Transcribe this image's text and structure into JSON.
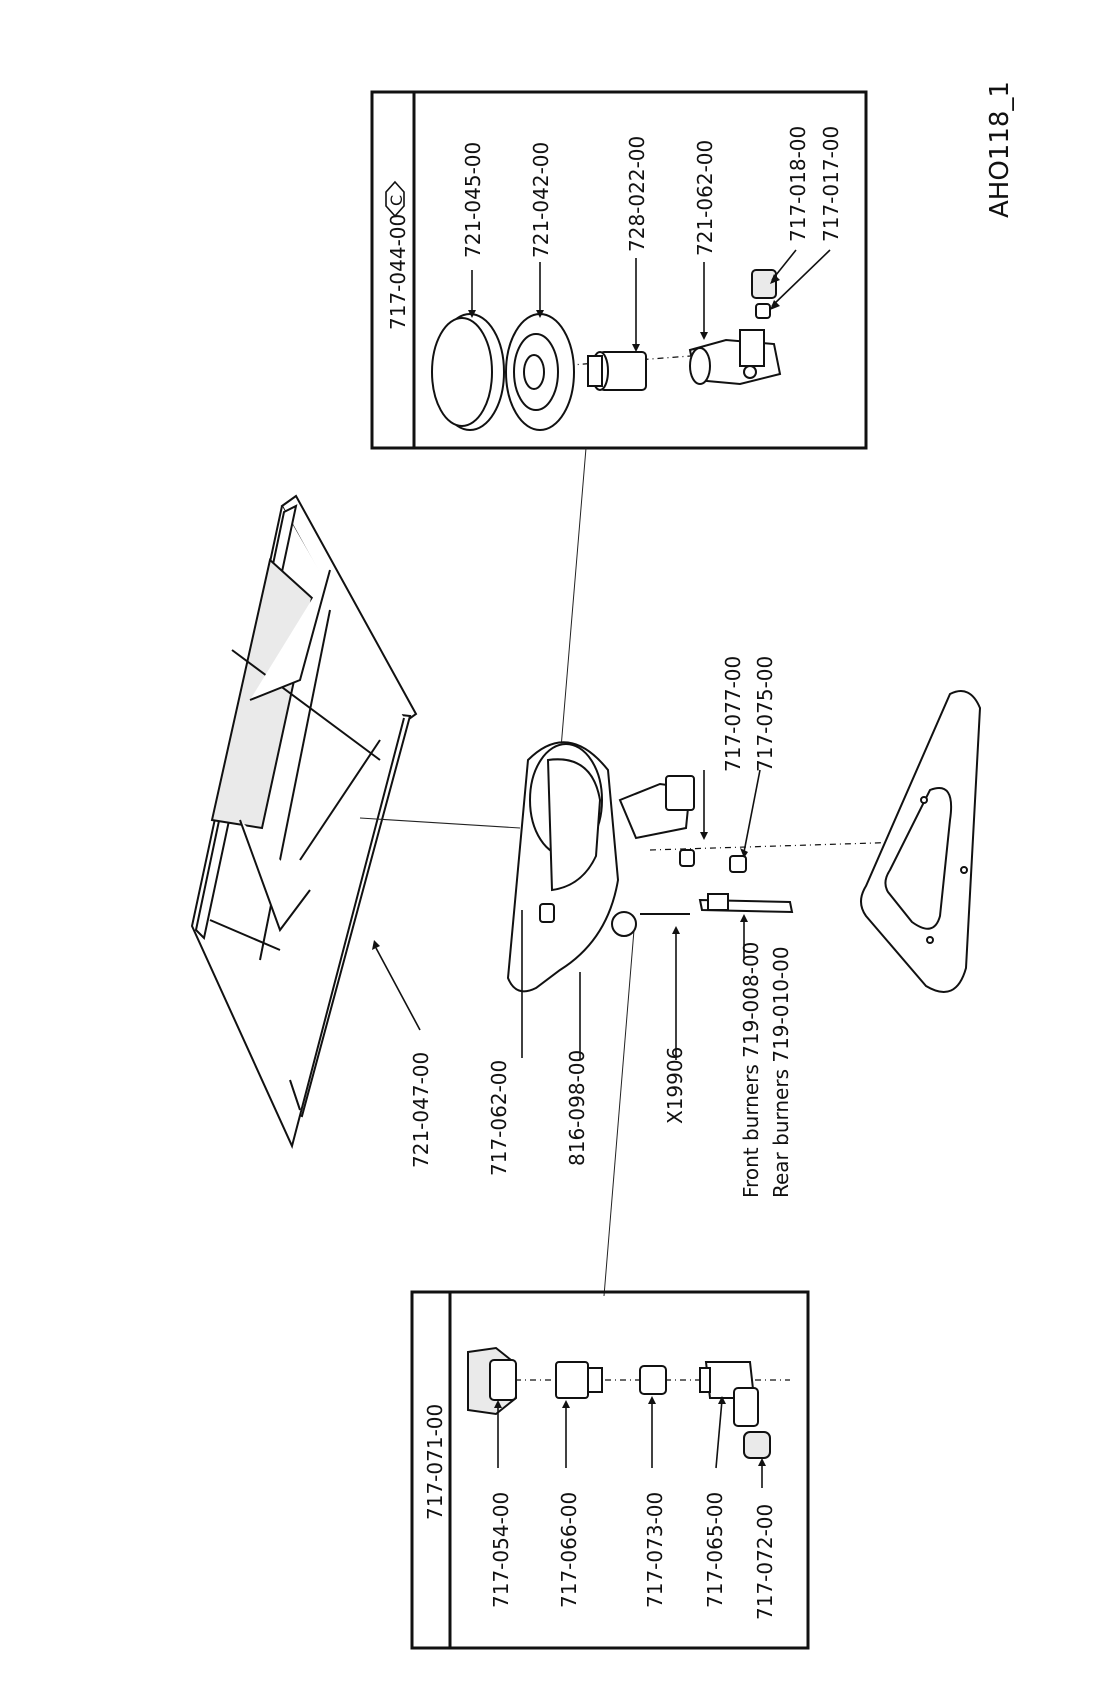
{
  "drawing_code": "AHO118_1",
  "burner_kit": {
    "title": "717-044-00",
    "badge": "C",
    "parts": [
      "721-045-00",
      "721-042-00",
      "728-022-00",
      "721-062-00",
      "717-018-00",
      "717-017-00"
    ]
  },
  "valve_kit": {
    "title": "717-071-00",
    "parts": [
      "717-054-00",
      "717-066-00",
      "717-073-00",
      "717-065-00",
      "717-072-00"
    ]
  },
  "main_labels": {
    "grate": "721-047-00",
    "nut": "717-062-00",
    "burner_base": "816-098-00",
    "screw": "X19906",
    "thermocouple_front": "Front burners 719-008-00",
    "thermocouple_rear": "Rear burners 719-010-00",
    "fitting_upper": "717-077-00",
    "fitting_lower": "717-075-00"
  },
  "colors": {
    "ink": "#111111",
    "paper": "#ffffff"
  }
}
